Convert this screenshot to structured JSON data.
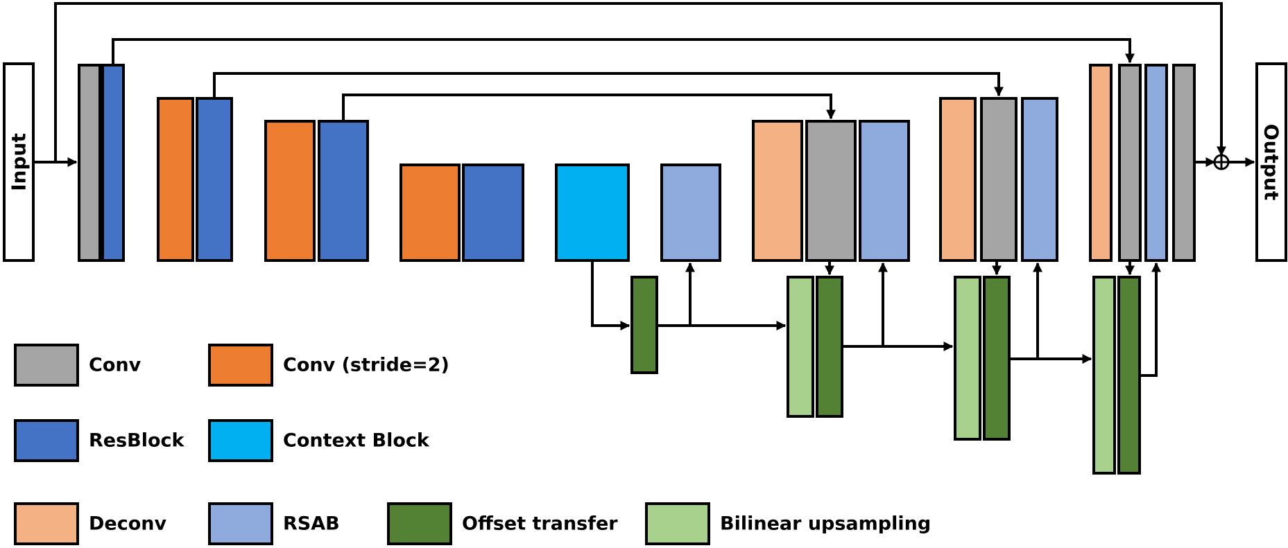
{
  "colors": {
    "conv": "#a5a5a5",
    "resblock": "#4472c4",
    "conv_stride2": "#ed7d31",
    "context_block": "#00b0f0",
    "deconv": "#f4b183",
    "rsab": "#8faadc",
    "offset_transfer": "#548235",
    "bilinear": "#a9d18e"
  },
  "io": {
    "input": "Input",
    "output": "Output"
  },
  "legend": [
    {
      "key": "conv",
      "label": "Conv"
    },
    {
      "key": "conv_stride2",
      "label": "Conv (stride=2)"
    },
    {
      "key": "resblock",
      "label": "ResBlock"
    },
    {
      "key": "context_block",
      "label": "Context Block"
    },
    {
      "key": "deconv",
      "label": "Deconv"
    },
    {
      "key": "rsab",
      "label": "RSAB"
    },
    {
      "key": "offset_transfer",
      "label": "Offset transfer"
    },
    {
      "key": "bilinear",
      "label": "Bilinear upsampling"
    }
  ]
}
